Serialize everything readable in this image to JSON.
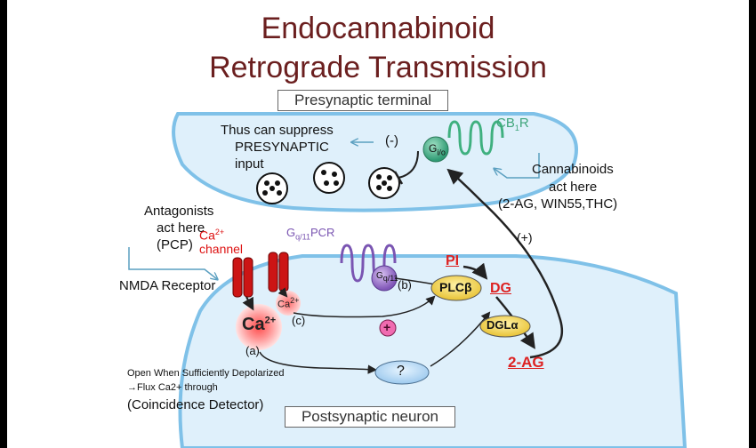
{
  "title_line1": "Endocannabinoid",
  "title_line2": "Retrograde Transmission",
  "presynaptic_label": "Presynaptic terminal",
  "postsynaptic_label": "Postsynaptic neuron",
  "suppress_text": [
    "Thus can suppress",
    "PRESYNAPTIC",
    "input"
  ],
  "minus_label": "(-)",
  "gio_label": "G",
  "gio_sub": "i/o",
  "cb1r_label": "CB",
  "cb1r_sub": "1",
  "cb1r_suffix": "R",
  "cannabinoids_text": [
    "Cannabinoids",
    "act here",
    "(2-AG, WIN55,THC)"
  ],
  "antagonists_text": [
    "Antagonists",
    "act here",
    "(PCP)"
  ],
  "ca_channel_label": "Ca",
  "ca_channel_sup": "2+",
  "ca_channel_word": "channel",
  "nmda_label": "NMDA Receptor",
  "gq_label": "G",
  "gq_sub": "q/11",
  "gq_suffix": "PCR",
  "gq11_small": "G",
  "gq11_small_sub": "q/11",
  "b_label": "(b)",
  "c_label": "(c)",
  "a_label": "(a)",
  "ca2_small": "Ca",
  "ca2_small_sup": "2+",
  "ca2_big": "Ca",
  "ca2_big_sup": "2+",
  "pi_label": "PI",
  "plc_label": "PLCβ",
  "dg_label": "DG",
  "dgl_label": "DGLα",
  "twoag_label": "2-AG",
  "plus_circle": "+",
  "plus_label": "(+)",
  "question_label": "?",
  "open_text": [
    "Open When Sufficiently Depolarized",
    "→Flux Ca2+ through"
  ],
  "coincidence_text": "(Coincidence Detector)"
}
